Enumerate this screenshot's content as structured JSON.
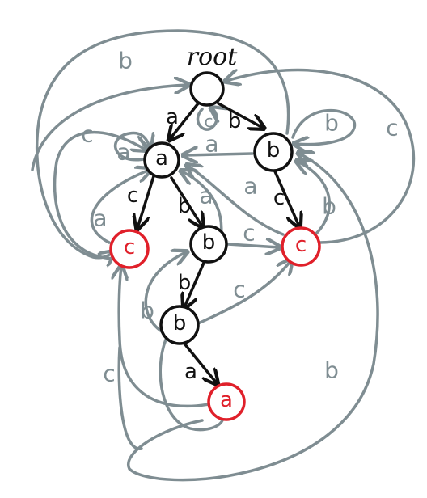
{
  "root_label": "root",
  "nodes": {
    "root": "",
    "a1": "a",
    "b1": "b",
    "c1": "c",
    "b2": "b",
    "c2": "c",
    "b3": "b",
    "a2": "a"
  },
  "tree_edge_labels": {
    "root_a1": "a",
    "root_b1": "b",
    "a1_c1": "c",
    "a1_b2": "b",
    "b1_c2": "c",
    "b2_b3": "b",
    "b3_a2": "a"
  },
  "link_edge_labels": {
    "root_self_c": "c",
    "root_outer_b": "b",
    "a1_self_a": "a",
    "a1_c_to_c1": "c",
    "b1_a_to_a1": "a",
    "b1_self_b": "b",
    "b1_outer_c": "c",
    "c1_a_to_a1": "a",
    "b2_a_to_a1": "a",
    "b2_c_to_c2": "c",
    "c2_a_to_a1": "a",
    "c2_b_to_b1": "b",
    "b3_c_to_c2": "c",
    "b3_b_to_b2": "b",
    "a2_c_to_c1": "c",
    "a2_b_to_b1": "b"
  },
  "colors": {
    "tree": "#111111",
    "link": "#7f8d92",
    "terminal": "#e0202a"
  }
}
